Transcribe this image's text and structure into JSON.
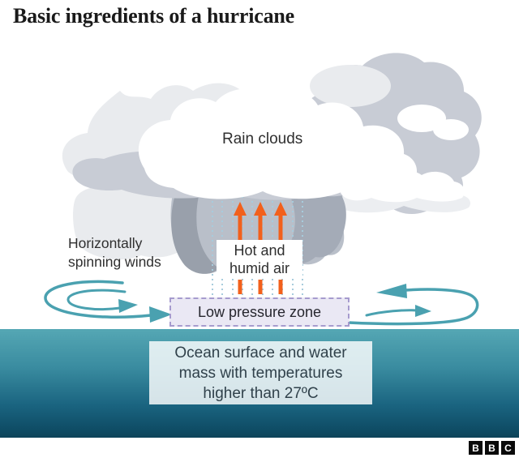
{
  "title": "Basic ingredients of a hurricane",
  "diagram": {
    "rain_clouds_label": "Rain clouds",
    "spinning_winds": {
      "line1": "Horizontally",
      "line2": "spinning winds"
    },
    "hot_humid_air": {
      "line1": "Hot and",
      "line2": "humid air"
    },
    "low_pressure_label": "Low pressure zone",
    "ocean_label": {
      "line1": "Ocean surface and water",
      "line2": "mass with temperatures",
      "line3": "higher than 27ºC"
    }
  },
  "branding": {
    "logo_letters": [
      "B",
      "B",
      "C"
    ]
  },
  "colors": {
    "hot_air_arrow": "#f2601c",
    "wind_arrow": "#4aa1b0",
    "rain_streak": "#a7ccdd",
    "low_pressure_fill": "#eae8f4",
    "low_pressure_border": "#a69bce",
    "ocean_top": "#55a7b4",
    "ocean_bottom": "#0d4459",
    "cloud_light": "#e9ebee",
    "cloud_medium": "#c8ccd5",
    "cloud_dark": "#99a0ab",
    "logo_background": "#0a0a0a"
  }
}
